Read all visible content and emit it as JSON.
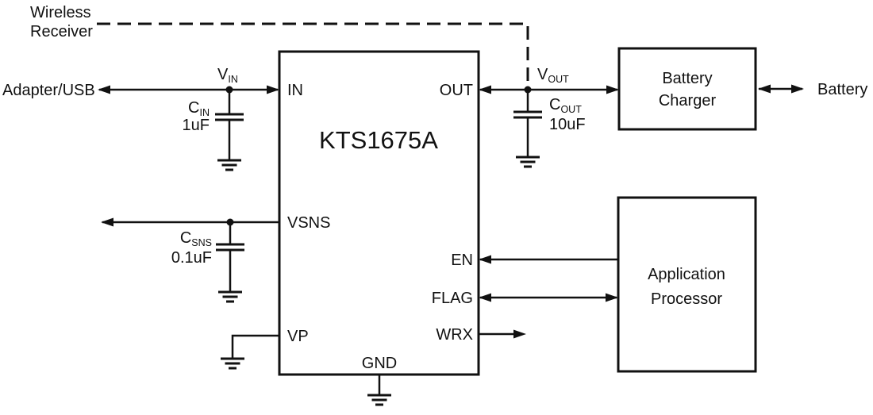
{
  "colors": {
    "ink": "#111111",
    "background": "#ffffff"
  },
  "external": {
    "wireless_receiver_line1": "Wireless",
    "wireless_receiver_line2": "Receiver",
    "adapter_usb": "Adapter/USB",
    "battery": "Battery"
  },
  "ic": {
    "part_number": "KTS1675A",
    "pins": {
      "in": "IN",
      "out": "OUT",
      "vsns": "VSNS",
      "vp": "VP",
      "en": "EN",
      "flag": "FLAG",
      "wrx": "WRX",
      "gnd": "GND"
    }
  },
  "blocks": {
    "battery_charger_line1": "Battery",
    "battery_charger_line2": "Charger",
    "application_processor_line1": "Application",
    "application_processor_line2": "Processor"
  },
  "nets": {
    "vin": {
      "base": "V",
      "sub": "IN"
    },
    "vout": {
      "base": "V",
      "sub": "OUT"
    }
  },
  "capacitors": {
    "cin": {
      "ref_base": "C",
      "ref_sub": "IN",
      "value": "1uF"
    },
    "cout": {
      "ref_base": "C",
      "ref_sub": "OUT",
      "value": "10uF"
    },
    "csns": {
      "ref_base": "C",
      "ref_sub": "SNS",
      "value": "0.1uF"
    }
  }
}
